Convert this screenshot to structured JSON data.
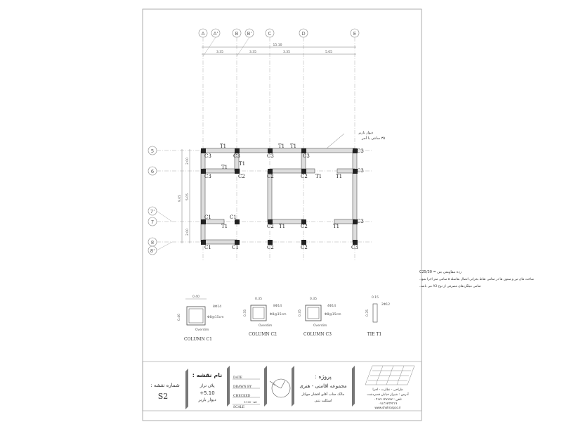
{
  "grid": {
    "columns": [
      "A",
      "A'",
      "B",
      "B'",
      "C",
      "D",
      "E"
    ],
    "rows": [
      "5",
      "6",
      "7'",
      "7",
      "8",
      "8'"
    ],
    "total_span": "15.10",
    "spans": [
      "3.35",
      "3.35",
      "3.35",
      "5.05"
    ],
    "row_dims": [
      "2.00",
      "5.05",
      "2.00"
    ],
    "row_total": "9.05"
  },
  "plan_labels": {
    "row5": [
      "C3",
      "C3",
      "C3",
      "C3",
      "T1",
      "T1",
      "T1"
    ],
    "row6": [
      "C3",
      "C2",
      "T1",
      "C2",
      "C2",
      "T1",
      "T1",
      "C3",
      "T1"
    ],
    "row7": [
      "C1",
      "C1",
      "T1",
      "C2",
      "T1",
      "C2",
      "T1",
      "C3"
    ],
    "row8": [
      "C1",
      "C1",
      "C2",
      "C2",
      "C3"
    ],
    "wall_note_1": "دیوار باربر",
    "wall_note_2": "۳۵ سانتی با آجر"
  },
  "notes": [
    "رده مقاومتی بتن = C25/30",
    "شاخت های تیر و ستون ها در تمامی نقاط بحرانی اتصال بفاصله ۵ سانتی متر اجرا شود.",
    "تمامی میلگردهای مصرفی از نوع A3 می باشد."
  ],
  "details": [
    {
      "title": "COLUMN C1",
      "width": "0.40",
      "height": "0.40",
      "bars": "8Φ14",
      "stirrup": "Φ8@15cm",
      "hook": "Overdim"
    },
    {
      "title": "COLUMN C2",
      "width": "0.35",
      "height": "0.35",
      "bars": "8Φ14",
      "stirrup": "Φ8@15cm",
      "hook": "Overdim"
    },
    {
      "title": "COLUMN C3",
      "width": "0.35",
      "height": "0.35",
      "bars": "4Φ14",
      "stirrup": "Φ8@15cm",
      "hook": "Overdim"
    },
    {
      "title": "TIE T1",
      "width": "0.15",
      "height": "0.35",
      "bars": "2Φ12"
    }
  ],
  "title_block": {
    "sheet_no_label": "شماره نقشه :",
    "sheet_no": "S2",
    "sheet_name_label": "نام نقشه :",
    "sheet_name_1": "پلان تراز",
    "sheet_name_2": "+5.10",
    "sheet_name_3": "دیوار باربر",
    "date_label": "DATE",
    "drawn_label": "DRAWN BY",
    "checked_label": "CHECKED",
    "scale_label": "SCALE",
    "scale_value": "1:100 - A4",
    "project_label": "پروژه :",
    "project_name": "مجموعه اقامتی - هنری",
    "owner": "مالک جناب آقای افشار جوکار",
    "structure": "اسکلت بتنی",
    "company_services": "طراحی - نظارت - اجرا",
    "company_address": "آدرس : شیراز خیابان قصردشت",
    "phone_1": "تلفن : ۰۹۱۷۱۱۲۷۸۷۷",
    "phone_2": "۰۷۱۳۶۲۳۴۳۱۹",
    "website": "www.shohrarpco.ir"
  }
}
